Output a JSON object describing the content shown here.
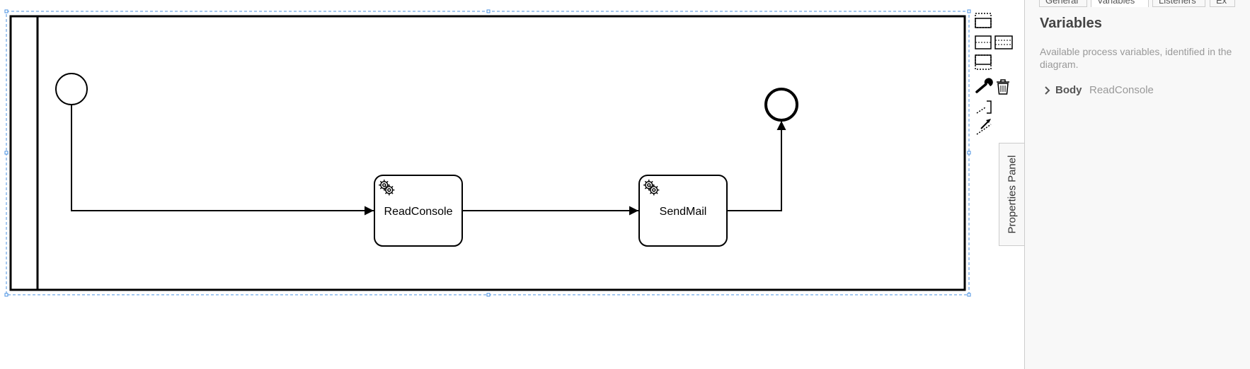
{
  "diagram": {
    "tasks": [
      {
        "id": "read",
        "label": "ReadConsole"
      },
      {
        "id": "send",
        "label": "SendMail"
      }
    ],
    "colors": {
      "stroke": "#000000",
      "selection": "#4a90e2",
      "canvas": "#ffffff"
    }
  },
  "context_pad": {
    "icons": [
      "lane-above-icon",
      "split-lane-two-icon",
      "split-lane-three-icon",
      "lane-below-icon",
      "wrench-icon",
      "trash-icon",
      "association-icon",
      "sequence-flow-icon"
    ]
  },
  "properties_toggle": {
    "label": "Properties Panel"
  },
  "panel": {
    "tabs": [
      "General",
      "Variables",
      "Listeners",
      "Ex"
    ],
    "active_tab": "Variables",
    "title": "Variables",
    "description": "Available process variables, identified in the diagram.",
    "variables": [
      {
        "name": "Body",
        "source": "ReadConsole"
      }
    ]
  }
}
